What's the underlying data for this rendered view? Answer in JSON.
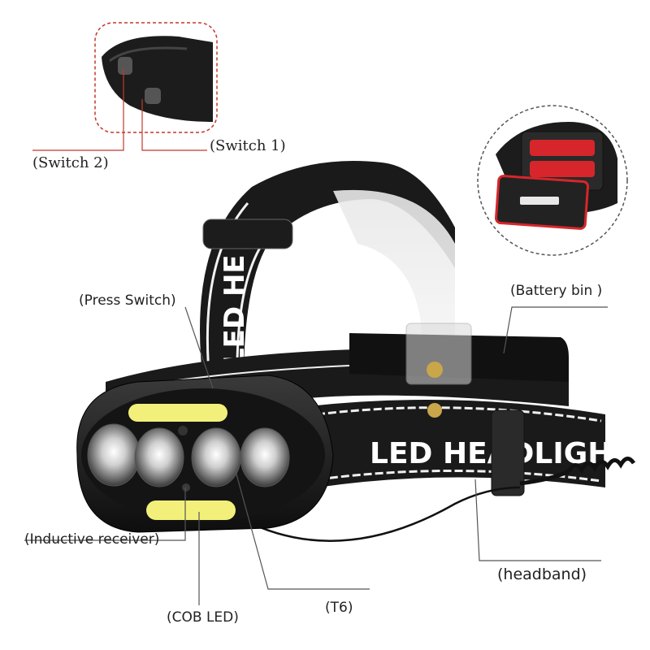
{
  "callouts": {
    "switch1": "(Switch 1)",
    "switch2": "(Switch 2)",
    "press_switch": "(Press Switch)",
    "battery_bin": "(Battery bin )",
    "inductive_receiver": "(Inductive receiver)",
    "cob_led": "(COB LED)",
    "t6": "(T6)",
    "headband": "(headband)"
  },
  "product_text": {
    "strap_print": "LED HEADLIGHT",
    "strap_print_upper": "LED HE"
  },
  "colors": {
    "callout_line": "#c0392b",
    "body": "#1b1b1b",
    "cob_led": "#f2f07a",
    "strap": "#2a2a2a",
    "battery_accent": "#d6262b"
  }
}
